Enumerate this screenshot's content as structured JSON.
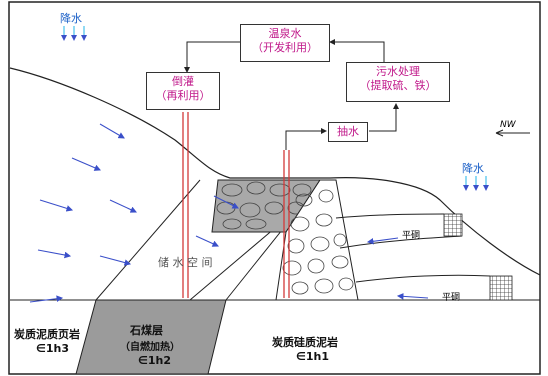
{
  "boxes": {
    "hot_spring": {
      "line1": "温泉水",
      "line2": "（开发利用）"
    },
    "reinjection": {
      "line1": "倒灌",
      "line2": "（再利用）"
    },
    "treatment": {
      "line1": "污水处理",
      "line2": "（提取硫、铁）"
    },
    "pumping": {
      "line1": "抽水"
    }
  },
  "labels": {
    "rain_left": "降水",
    "rain_right": "降水",
    "north_west": "NW",
    "storage_space": "储 水 空 间",
    "tunnel_upper": "平硐",
    "tunnel_lower": "平硐",
    "rock_left_name": "炭质泥质页岩",
    "rock_left_code": "∈1h3",
    "coal_name": "石煤层",
    "coal_note": "（自燃加热）",
    "coal_code": "∈1h2",
    "rock_right_name": "炭质硅质泥岩",
    "rock_right_code": "∈1h1"
  },
  "colors": {
    "label_magenta": "#c0188a",
    "water_blue": "#1a5fc7",
    "rain_cyan": "#20b6e8",
    "pipe_red": "#d23a3a",
    "coal_gray": "#9b9b9b"
  }
}
